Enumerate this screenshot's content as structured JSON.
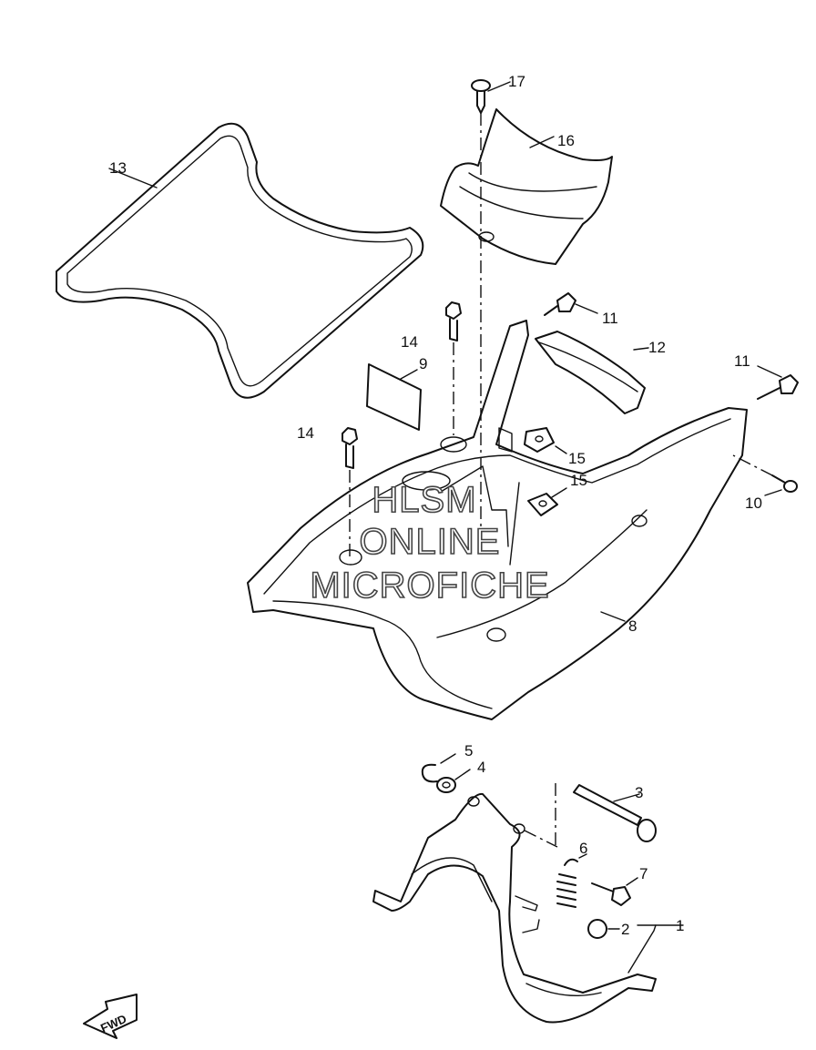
{
  "watermark": {
    "line1": "HLSM",
    "line2": "ONLINE",
    "line3": "MICROFICHE"
  },
  "direction_arrow": {
    "label": "FWD"
  },
  "callouts": [
    {
      "id": "c1",
      "text": "1"
    },
    {
      "id": "c2",
      "text": "2"
    },
    {
      "id": "c3",
      "text": "3"
    },
    {
      "id": "c4",
      "text": "4"
    },
    {
      "id": "c5",
      "text": "5"
    },
    {
      "id": "c6",
      "text": "6"
    },
    {
      "id": "c7",
      "text": "7"
    },
    {
      "id": "c8",
      "text": "8"
    },
    {
      "id": "c9",
      "text": "9"
    },
    {
      "id": "c10",
      "text": "10"
    },
    {
      "id": "c11a",
      "text": "11"
    },
    {
      "id": "c11b",
      "text": "11"
    },
    {
      "id": "c12",
      "text": "12"
    },
    {
      "id": "c13",
      "text": "13"
    },
    {
      "id": "c14a",
      "text": "14"
    },
    {
      "id": "c14b",
      "text": "14"
    },
    {
      "id": "c15a",
      "text": "15"
    },
    {
      "id": "c15b",
      "text": "15"
    },
    {
      "id": "c16",
      "text": "16"
    },
    {
      "id": "c17",
      "text": "17"
    }
  ]
}
